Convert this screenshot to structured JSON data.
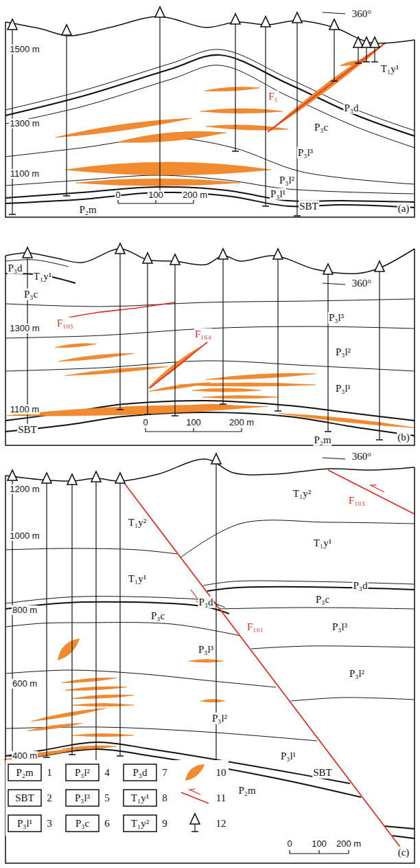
{
  "diagram": {
    "labels": [
      "360°",
      "1500 m",
      "T₁y¹",
      "F₁",
      "P₃d",
      "1300 m",
      "P₃c",
      "P₃l³",
      "P₃l²",
      "1100 m",
      "P₃l¹",
      "0",
      "100",
      "200 m",
      "P₂m",
      "SBT",
      "(a)",
      "P₃d",
      "T₁y¹",
      "P₃c",
      "360°",
      "F₁₀₅",
      "1300 m",
      "F₁₆₄",
      "P₃l³",
      "P₃l²",
      "P₃l¹",
      "1100 m",
      "SBT",
      "0",
      "100",
      "200 m",
      "P₂m",
      "(b)",
      "1200 m",
      "360°",
      "T₁y²",
      "F₁₀₃",
      "1000 m",
      "T₁y²",
      "T₁y¹",
      "T₁y¹",
      "P₃d",
      "P₃c",
      "P₃d",
      "800 m",
      "P₃c",
      "P₃l³",
      "F₁₀₁",
      "P₃l³",
      "P₃l²",
      "600 m",
      "P₃l²",
      "P₃l¹",
      "400 m",
      "SBT",
      "P₂m",
      "0",
      "100",
      "200 m",
      "(c)",
      "P₂m",
      "SBT",
      "P₃l¹",
      "P₃l²",
      "P₃l³",
      "P₃c",
      "P₃d",
      "T₁y¹",
      "T₁y²"
    ],
    "legend": [
      {
        "text": "1"
      },
      {
        "text": "2"
      },
      {
        "text": "3"
      },
      {
        "text": "4"
      },
      {
        "text": "5"
      },
      {
        "text": "6"
      },
      {
        "text": "7"
      },
      {
        "text": "8"
      },
      {
        "text": "9"
      },
      {
        "text": "10"
      },
      {
        "text": "11"
      },
      {
        "text": "12"
      }
    ]
  }
}
